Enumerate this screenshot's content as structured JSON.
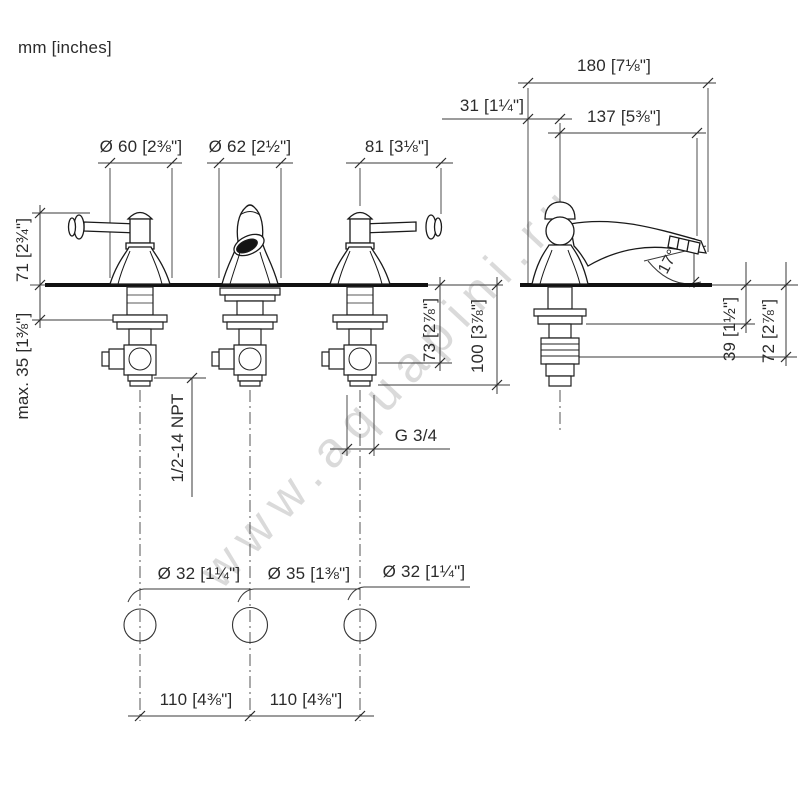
{
  "units_label": "mm [inches]",
  "watermark": "www.aquapini.ru",
  "dimensions": {
    "handle_base_dia": "Ø 60 [2⅜\"]",
    "spout_base_dia": "Ø 62 [2½\"]",
    "lever_length": "81 [3⅛\"]",
    "spout_projection": "180 [7⅛\"]",
    "deck_edge_offset": "31 [1¼\"]",
    "spout_reach": "137 [5⅜\"]",
    "height_above_deck": "71 [2¾\"]",
    "max_deck_thickness": "max. 35 [1⅜\"]",
    "outlet_depth": "73 [2⅞\"]",
    "body_depth": "100 [3⅞\"]",
    "side_depth_39": "39 [1½\"]",
    "side_depth_72": "72 [2⅞\"]",
    "spray_angle": "17°",
    "inlet_thread": "1/2-14 NPT",
    "connection_thread": "G 3/4",
    "hole_dia_left": "Ø 32 [1¼\"]",
    "hole_dia_center": "Ø 35 [1⅜\"]",
    "hole_dia_right": "Ø 32 [1¼\"]",
    "hole_spacing_left": "110 [4⅜\"]",
    "hole_spacing_right": "110 [4⅜\"]"
  }
}
